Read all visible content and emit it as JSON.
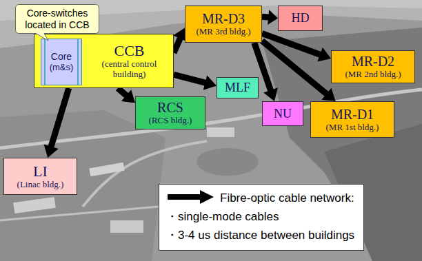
{
  "diagram": {
    "nodes": [
      {
        "text": [
          "Core-switches located in CCB"
        ]
      },
      {
        "text": [
          "CCB",
          "(central control building)"
        ]
      },
      {
        "text": [
          "Core",
          "(m&s)"
        ],
        "in": 1
      },
      {
        "text": [
          "MR-D3",
          "(MR 3rd bldg.)"
        ]
      },
      {
        "text": [
          "HD"
        ]
      },
      {
        "text": [
          "MR-D2",
          "(MR 2nd bldg.)"
        ]
      },
      {
        "text": [
          "MLF"
        ]
      },
      {
        "text": [
          "RCS",
          "(RCS bldg.)"
        ]
      },
      {
        "text": [
          "NU"
        ]
      },
      {
        "text": [
          "MR-D1",
          "(MR 1st bldg.)"
        ]
      },
      {
        "text": [
          "LI",
          "(Linac bldg.)"
        ]
      },
      {
        "text": [
          "Fibre-optic cable network:",
          "・single-mode cables",
          "・3-4 us distance between buildings"
        ]
      }
    ],
    "edges": [
      {
        "from": 1,
        "to": 3,
        "arrow": "to"
      },
      {
        "from": 1,
        "to": 6,
        "arrow": "to"
      },
      {
        "from": 1,
        "to": 7,
        "arrow": "to"
      },
      {
        "from": 1,
        "to": 10,
        "arrow": "to"
      },
      {
        "from": 3,
        "to": 4,
        "arrow": "to"
      },
      {
        "from": 3,
        "to": 5,
        "arrow": "to"
      },
      {
        "from": 3,
        "to": 8,
        "arrow": "to"
      },
      {
        "from": 3,
        "to": 9,
        "arrow": "to"
      }
    ]
  }
}
